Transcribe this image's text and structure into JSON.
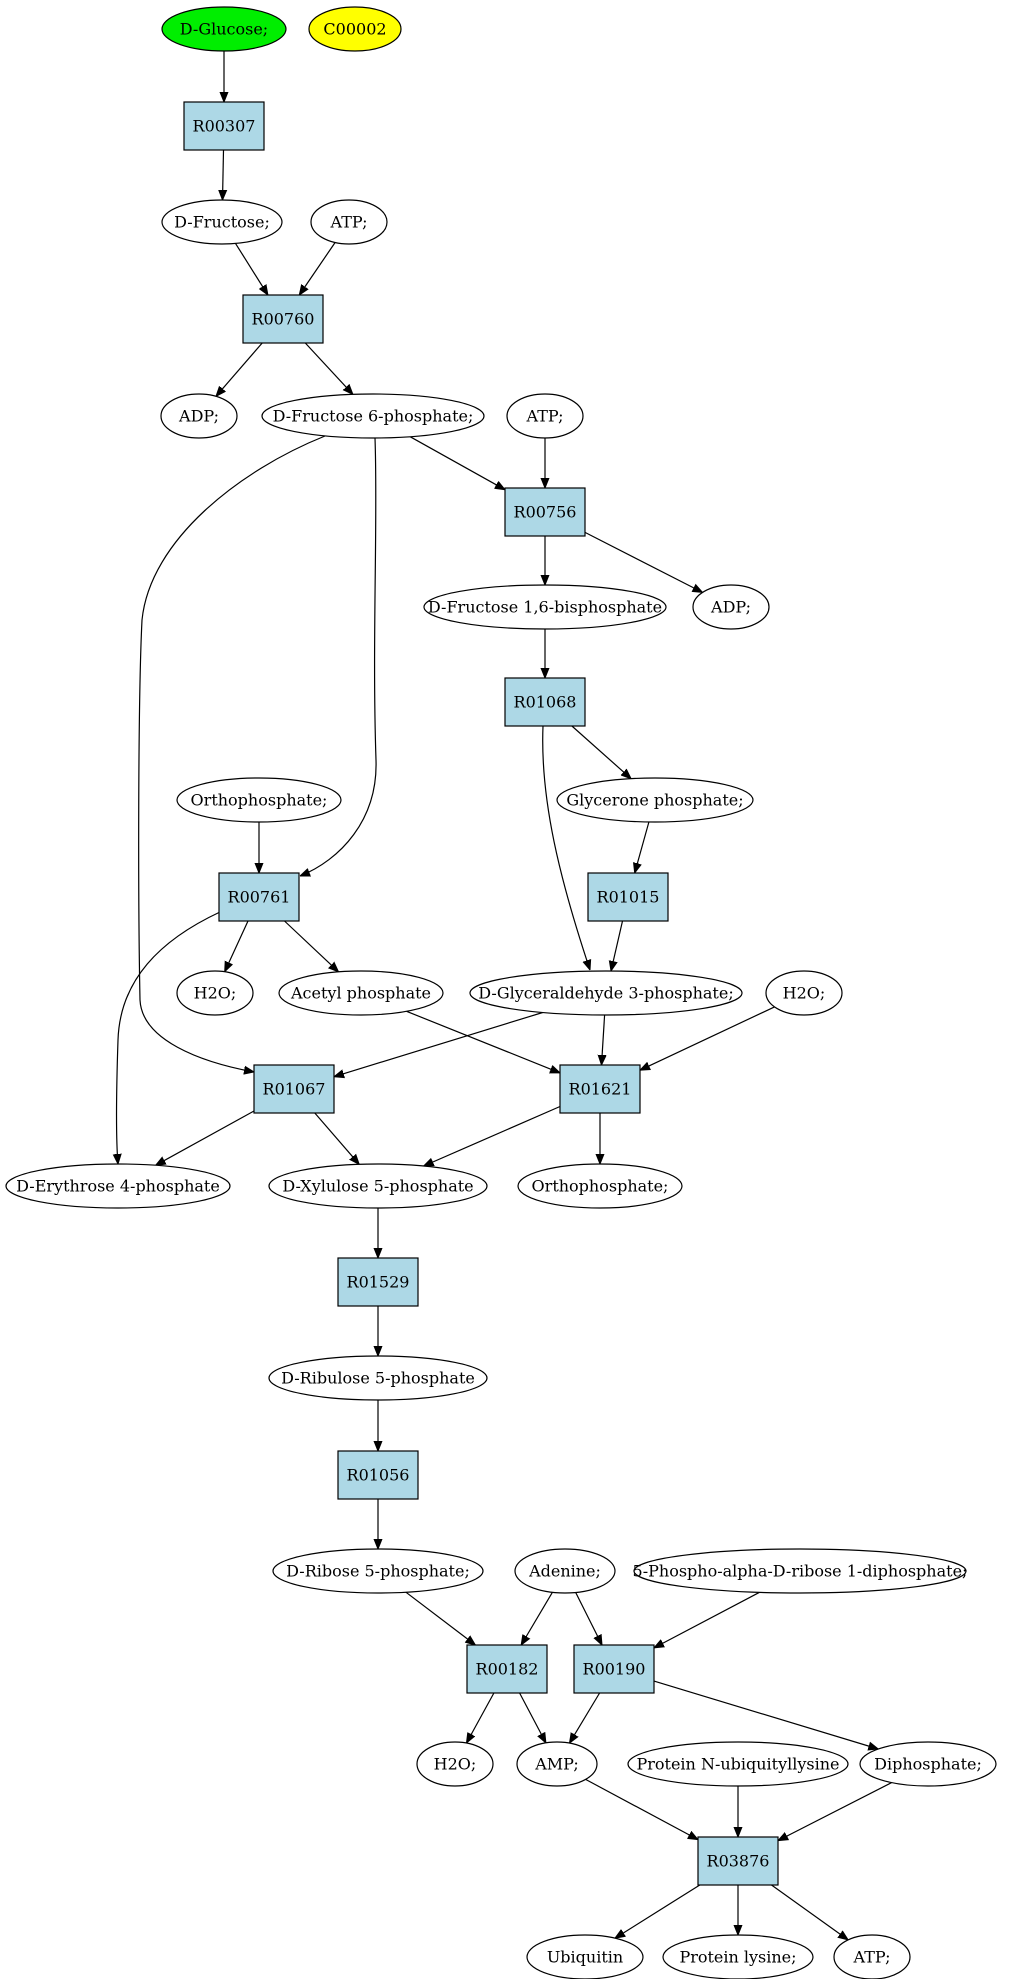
{
  "graph": {
    "colors": {
      "compound": "#ffffff",
      "start_compound": "#00ee00",
      "target_compound": "#ffff00",
      "reaction": "#add8e6"
    },
    "nodes": [
      {
        "id": "n_glucose",
        "type": "compound",
        "label": "D-Glucose;",
        "style": "start"
      },
      {
        "id": "n_c00002",
        "type": "compound",
        "label": "C00002",
        "style": "target"
      },
      {
        "id": "n_r00307",
        "type": "reaction",
        "label": "R00307"
      },
      {
        "id": "n_fructose",
        "type": "compound",
        "label": "D-Fructose;"
      },
      {
        "id": "n_atp1",
        "type": "compound",
        "label": "ATP;"
      },
      {
        "id": "n_r00760",
        "type": "reaction",
        "label": "R00760"
      },
      {
        "id": "n_adp1",
        "type": "compound",
        "label": "ADP;"
      },
      {
        "id": "n_f6p",
        "type": "compound",
        "label": "D-Fructose 6-phosphate;"
      },
      {
        "id": "n_atp2",
        "type": "compound",
        "label": "ATP;"
      },
      {
        "id": "n_r00756",
        "type": "reaction",
        "label": "R00756"
      },
      {
        "id": "n_fbp",
        "type": "compound",
        "label": "D-Fructose 1,6-bisphosphate"
      },
      {
        "id": "n_adp2",
        "type": "compound",
        "label": "ADP;"
      },
      {
        "id": "n_r01068",
        "type": "reaction",
        "label": "R01068"
      },
      {
        "id": "n_dhap",
        "type": "compound",
        "label": "Glycerone phosphate;"
      },
      {
        "id": "n_r01015",
        "type": "reaction",
        "label": "R01015"
      },
      {
        "id": "n_ortho1",
        "type": "compound",
        "label": "Orthophosphate;"
      },
      {
        "id": "n_r00761",
        "type": "reaction",
        "label": "R00761"
      },
      {
        "id": "n_h2o1",
        "type": "compound",
        "label": "H2O;"
      },
      {
        "id": "n_acp",
        "type": "compound",
        "label": "Acetyl phosphate"
      },
      {
        "id": "n_g3p",
        "type": "compound",
        "label": "D-Glyceraldehyde 3-phosphate;"
      },
      {
        "id": "n_h2o2",
        "type": "compound",
        "label": "H2O;"
      },
      {
        "id": "n_r01067",
        "type": "reaction",
        "label": "R01067"
      },
      {
        "id": "n_r01621",
        "type": "reaction",
        "label": "R01621"
      },
      {
        "id": "n_e4p",
        "type": "compound",
        "label": "D-Erythrose 4-phosphate"
      },
      {
        "id": "n_x5p",
        "type": "compound",
        "label": "D-Xylulose 5-phosphate"
      },
      {
        "id": "n_ortho2",
        "type": "compound",
        "label": "Orthophosphate;"
      },
      {
        "id": "n_r01529",
        "type": "reaction",
        "label": "R01529"
      },
      {
        "id": "n_ru5p",
        "type": "compound",
        "label": "D-Ribulose 5-phosphate"
      },
      {
        "id": "n_r01056",
        "type": "reaction",
        "label": "R01056"
      },
      {
        "id": "n_r5p",
        "type": "compound",
        "label": "D-Ribose 5-phosphate;"
      },
      {
        "id": "n_adenine",
        "type": "compound",
        "label": "Adenine;"
      },
      {
        "id": "n_prpp",
        "type": "compound",
        "label": "5-Phospho-alpha-D-ribose 1-diphosphate;"
      },
      {
        "id": "n_r00182",
        "type": "reaction",
        "label": "R00182"
      },
      {
        "id": "n_r00190",
        "type": "reaction",
        "label": "R00190"
      },
      {
        "id": "n_h2o3",
        "type": "compound",
        "label": "H2O;"
      },
      {
        "id": "n_amp",
        "type": "compound",
        "label": "AMP;"
      },
      {
        "id": "n_pnul",
        "type": "compound",
        "label": "Protein N-ubiquityllysine"
      },
      {
        "id": "n_ppi",
        "type": "compound",
        "label": "Diphosphate;"
      },
      {
        "id": "n_r03876",
        "type": "reaction",
        "label": "R03876"
      },
      {
        "id": "n_ubiquitin",
        "type": "compound",
        "label": "Ubiquitin"
      },
      {
        "id": "n_plys",
        "type": "compound",
        "label": "Protein lysine;"
      },
      {
        "id": "n_atp3",
        "type": "compound",
        "label": "ATP;"
      }
    ],
    "edges": [
      {
        "from": "n_glucose",
        "to": "n_r00307"
      },
      {
        "from": "n_r00307",
        "to": "n_fructose"
      },
      {
        "from": "n_fructose",
        "to": "n_r00760"
      },
      {
        "from": "n_atp1",
        "to": "n_r00760"
      },
      {
        "from": "n_r00760",
        "to": "n_adp1"
      },
      {
        "from": "n_r00760",
        "to": "n_f6p"
      },
      {
        "from": "n_f6p",
        "to": "n_r00756"
      },
      {
        "from": "n_atp2",
        "to": "n_r00756"
      },
      {
        "from": "n_r00756",
        "to": "n_fbp"
      },
      {
        "from": "n_r00756",
        "to": "n_adp2"
      },
      {
        "from": "n_fbp",
        "to": "n_r01068"
      },
      {
        "from": "n_r01068",
        "to": "n_dhap"
      },
      {
        "from": "n_r01068",
        "to": "n_g3p"
      },
      {
        "from": "n_dhap",
        "to": "n_r01015"
      },
      {
        "from": "n_r01015",
        "to": "n_g3p"
      },
      {
        "from": "n_f6p",
        "to": "n_r00761"
      },
      {
        "from": "n_f6p",
        "to": "n_r01067"
      },
      {
        "from": "n_ortho1",
        "to": "n_r00761"
      },
      {
        "from": "n_r00761",
        "to": "n_h2o1"
      },
      {
        "from": "n_r00761",
        "to": "n_acp"
      },
      {
        "from": "n_r00761",
        "to": "n_e4p"
      },
      {
        "from": "n_g3p",
        "to": "n_r01067"
      },
      {
        "from": "n_g3p",
        "to": "n_r01621"
      },
      {
        "from": "n_acp",
        "to": "n_r01621"
      },
      {
        "from": "n_h2o2",
        "to": "n_r01621"
      },
      {
        "from": "n_r01067",
        "to": "n_e4p"
      },
      {
        "from": "n_r01067",
        "to": "n_x5p"
      },
      {
        "from": "n_r01621",
        "to": "n_x5p"
      },
      {
        "from": "n_r01621",
        "to": "n_ortho2"
      },
      {
        "from": "n_x5p",
        "to": "n_r01529"
      },
      {
        "from": "n_r01529",
        "to": "n_ru5p"
      },
      {
        "from": "n_ru5p",
        "to": "n_r01056"
      },
      {
        "from": "n_r01056",
        "to": "n_r5p"
      },
      {
        "from": "n_r5p",
        "to": "n_r00182"
      },
      {
        "from": "n_adenine",
        "to": "n_r00182"
      },
      {
        "from": "n_adenine",
        "to": "n_r00190"
      },
      {
        "from": "n_prpp",
        "to": "n_r00190"
      },
      {
        "from": "n_r00182",
        "to": "n_h2o3"
      },
      {
        "from": "n_r00182",
        "to": "n_amp"
      },
      {
        "from": "n_r00190",
        "to": "n_amp"
      },
      {
        "from": "n_r00190",
        "to": "n_ppi"
      },
      {
        "from": "n_amp",
        "to": "n_r03876"
      },
      {
        "from": "n_pnul",
        "to": "n_r03876"
      },
      {
        "from": "n_ppi",
        "to": "n_r03876"
      },
      {
        "from": "n_r03876",
        "to": "n_ubiquitin"
      },
      {
        "from": "n_r03876",
        "to": "n_plys"
      },
      {
        "from": "n_r03876",
        "to": "n_atp3"
      }
    ]
  }
}
